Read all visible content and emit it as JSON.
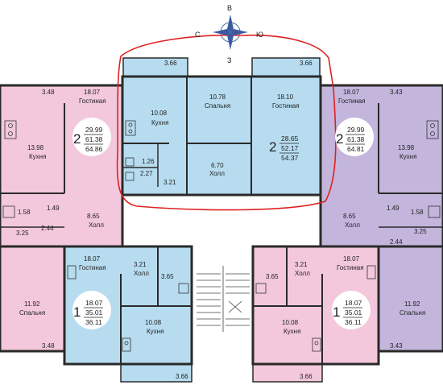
{
  "compass": {
    "north": "В",
    "south": "З",
    "west": "С",
    "east": "Ю"
  },
  "colors": {
    "pink": "#f3c8dc",
    "blue": "#b7dcf0",
    "lilac": "#c3b5dc",
    "wall": "#2a2a2a",
    "highlight": "#e02020"
  },
  "rooms": {
    "top_left_balcony": "3.66",
    "top_right_balcony": "3.66",
    "hc_kitchen_area": "10.08",
    "hc_kitchen_name": "Кухня",
    "hc_bedroom_area": "10.78",
    "hc_bedroom_name": "Спальня",
    "hc_living_area": "18.10",
    "hc_living_name": "Гостиная",
    "hc_bath_area": "1.26",
    "hc_wc_area": "2.27",
    "hc_closet_area": "3.21",
    "hc_hall_area": "6.70",
    "hc_hall_name": "Холл",
    "l_balcony": "3.48",
    "l_living_area": "18.07",
    "l_living_name": "Гостиная",
    "l_kitchen_area": "13.98",
    "l_kitchen_name": "Кухня",
    "l_bath_area": "1.58",
    "l_hall_side": "1.49",
    "l_hall_area": "8.65",
    "l_hall_name": "Холл",
    "l_wc_area": "3.25",
    "l_small_balcony": "2.44",
    "r_balcony": "3.43",
    "r_living_area": "18.07",
    "r_living_name": "Гостиная",
    "r_kitchen_area": "13.98",
    "r_kitchen_name": "Кухня",
    "r_bath_area": "1.58",
    "r_hall_side": "1.49",
    "r_hall_area": "8.65",
    "r_hall_name": "Холл",
    "r_wc_area": "3.25",
    "r_small_balcony": "2.44",
    "ll_bedroom_area": "11.92",
    "ll_bedroom_name": "Спальня",
    "ll_balcony": "3.48",
    "rl_bedroom_area": "11.92",
    "rl_bedroom_name": "Спальня",
    "rl_balcony": "3.43",
    "bl_living_area": "18.07",
    "bl_living_name": "Гостиная",
    "bl_hall_area": "3.21",
    "bl_hall_name": "Холл",
    "bl_wc_area": "3.65",
    "bl_kitchen_area": "10.08",
    "bl_kitchen_name": "Кухня",
    "bl_balcony": "3.66",
    "br_living_area": "18.07",
    "br_living_name": "Гостиная",
    "br_hall_area": "3.21",
    "br_hall_name": "Холл",
    "br_wc_area": "3.65",
    "br_kitchen_area": "10.08",
    "br_kitchen_name": "Кухня",
    "br_balcony": "3.66"
  },
  "apartments": {
    "top_center": {
      "rooms": "2",
      "living": "28.65",
      "usable": "52.17",
      "total": "54.37"
    },
    "left_two": {
      "rooms": "2",
      "living": "29.99",
      "usable": "61.38",
      "total": "64.86"
    },
    "right_two": {
      "rooms": "2",
      "living": "29.99",
      "usable": "61.38",
      "total": "64.81"
    },
    "left_one": {
      "rooms": "1",
      "living": "18.07",
      "usable": "35.01",
      "total": "36.11"
    },
    "right_one": {
      "rooms": "1",
      "living": "18.07",
      "usable": "35.01",
      "total": "36.11"
    }
  }
}
